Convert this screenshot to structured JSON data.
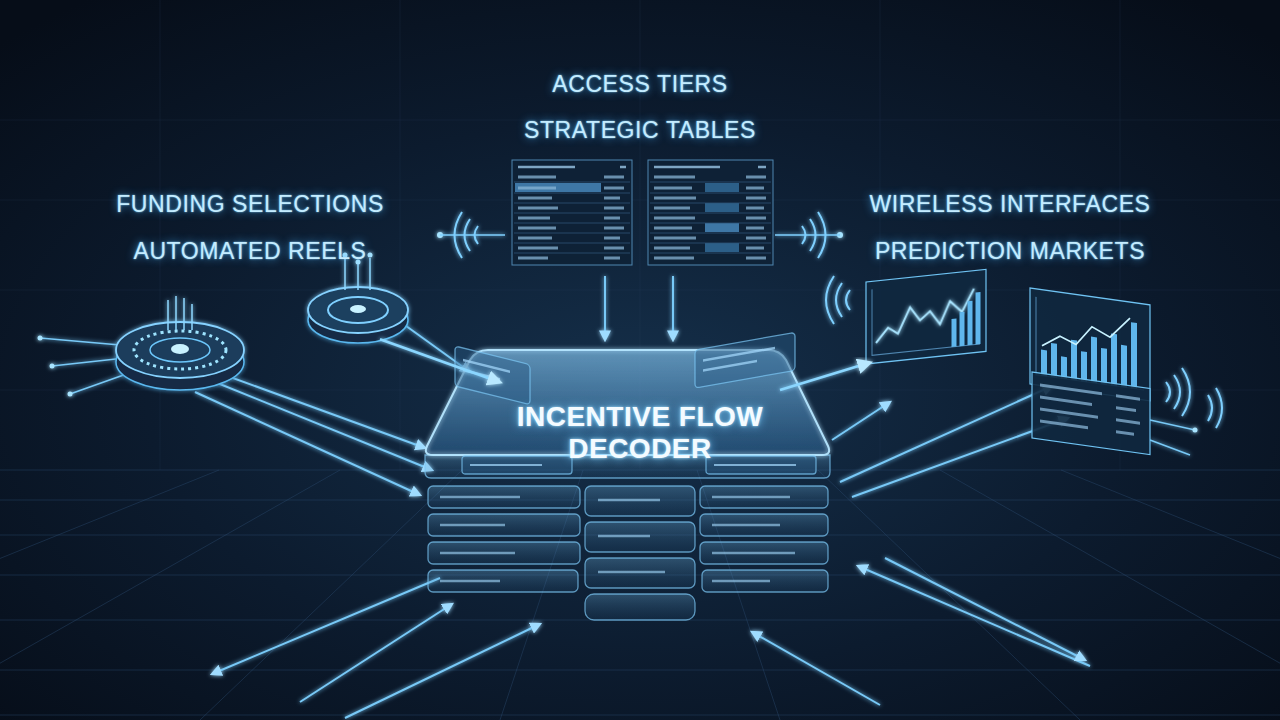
{
  "diagram": {
    "nodes": [
      {
        "text": [
          "ACCESS TIERS",
          "STRATEGIC TABLES"
        ]
      },
      {
        "text": [
          "FUNDING SELECTIONS",
          "AUTOMATED REELS"
        ]
      },
      {
        "text": [
          "WIRELESS INTERFACES",
          "PREDICTION MARKETS"
        ]
      },
      {
        "text": [
          "INCENTIVE FLOW DECODER"
        ]
      }
    ],
    "edges": [
      {
        "from": 0,
        "to": 3,
        "arrow": "both"
      },
      {
        "from": 1,
        "to": 3,
        "arrow": "to"
      },
      {
        "from": 3,
        "to": 2,
        "arrow": "to"
      }
    ]
  }
}
